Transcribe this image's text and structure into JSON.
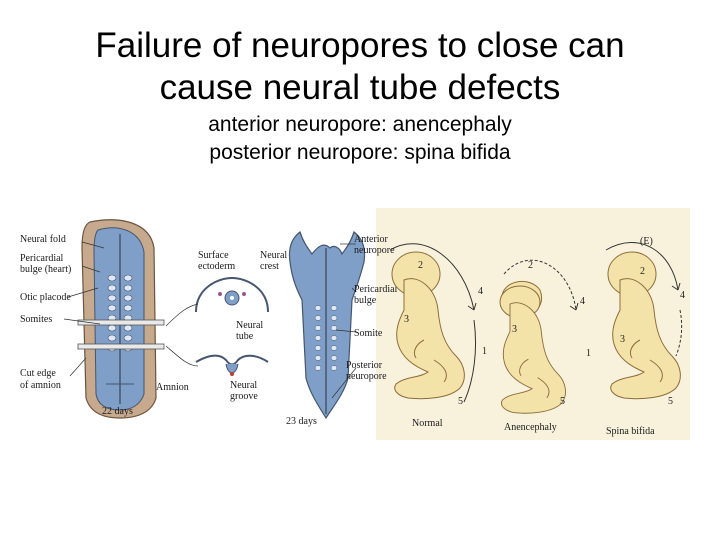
{
  "slide": {
    "title_line1": "Failure of neuropores to close can",
    "title_line2": "cause neural tube defects",
    "subtitle_line1": "anterior neuropore: anencephaly",
    "subtitle_line2": "posterior neuropore: spina bifida"
  },
  "figure": {
    "panel_letter": "(E)",
    "left_labels": {
      "neural_fold": "Neural fold",
      "pericardial_bulge_1": "Pericardial",
      "pericardial_bulge_2": "bulge (heart)",
      "otic_placode": "Otic placode",
      "somites": "Somites",
      "cut_edge_1": "Cut edge",
      "cut_edge_2": "of amnion",
      "days_22": "22 days"
    },
    "middle_labels": {
      "surface_ectoderm_1": "Surface",
      "surface_ectoderm_2": "ectoderm",
      "neural_crest_1": "Neural",
      "neural_crest_2": "crest",
      "neural_tube_1": "Neural",
      "neural_tube_2": "tube",
      "amnion": "Amnion",
      "neural_groove_1": "Neural",
      "neural_groove_2": "groove"
    },
    "right_labels": {
      "anterior_neuropore_1": "Anterior",
      "anterior_neuropore_2": "neuropore",
      "pericardial_1": "Pericardial",
      "pericardial_2": "bulge",
      "somite": "Somite",
      "posterior_neuropore_1": "Posterior",
      "posterior_neuropore_2": "neuropore",
      "days_23": "23 days"
    },
    "fetus_captions": {
      "normal": "Normal",
      "anencephaly": "Anencephaly",
      "spina_bifida": "Spina bifida"
    },
    "markers": [
      "1",
      "2",
      "3",
      "4",
      "5"
    ],
    "colors": {
      "embryo_blue": "#7f9fc8",
      "embryo_dark": "#46566d",
      "fetus_skin": "#f4e3a8",
      "panel_bg": "#f8f2dd",
      "arrow": "#333333"
    }
  }
}
